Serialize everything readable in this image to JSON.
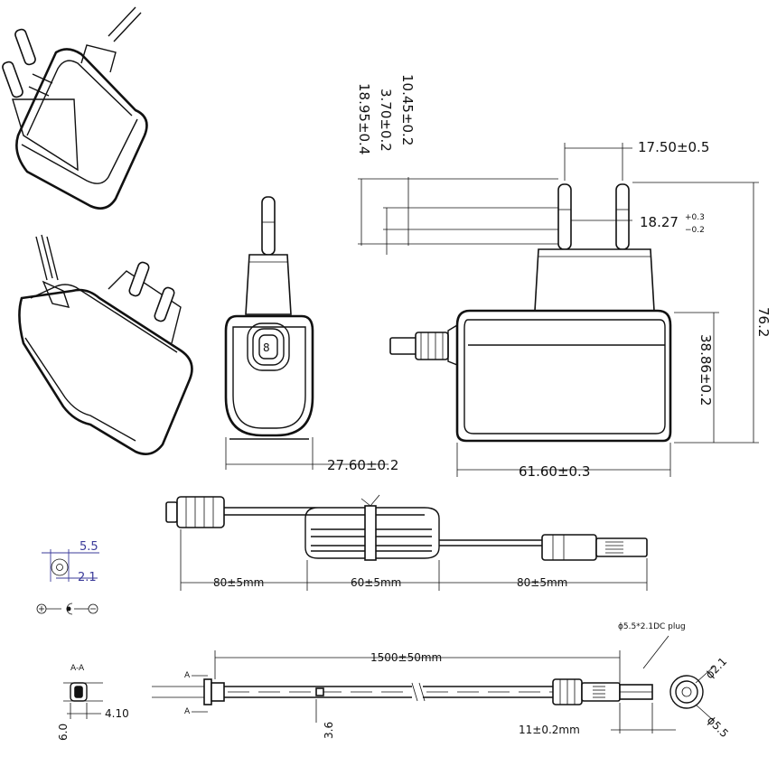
{
  "dimensions": {
    "front_width": "27.60±0.2",
    "side_width": "61.60±0.3",
    "pin_spacing": "17.50±0.5",
    "pin_length_lower": "18.27",
    "pin_length_tol_plus": "+0.3",
    "pin_length_tol_minus": "−0.2",
    "body_height": "38.86±0.2",
    "total_height": "76.2",
    "vertical_a": "10.45±0.2",
    "vertical_b": "3.70±0.2",
    "vertical_c": "18.95±0.4"
  },
  "cable": {
    "seg1": "80±5mm",
    "seg2": "60±5mm",
    "seg3": "80±5mm",
    "total_length": "1500±50mm",
    "plug_label": "ϕ5.5*2.1DC plug",
    "plug_length": "11±0.2mm",
    "cable_dia": "3.6",
    "section_label": "A-A",
    "section_w": "4.10",
    "section_h": "6.0",
    "section_marker_a": "A",
    "plug_inner_dia": "ϕ2.1",
    "plug_outer_dia": "ϕ5.5"
  },
  "plug_face": {
    "outer": "5.5",
    "inner": "2.1"
  },
  "colors": {
    "line": "#111111",
    "blue_dim": "#3b3b9a"
  },
  "icons": [
    "plus-icon",
    "center-positive-icon",
    "minus-icon"
  ]
}
